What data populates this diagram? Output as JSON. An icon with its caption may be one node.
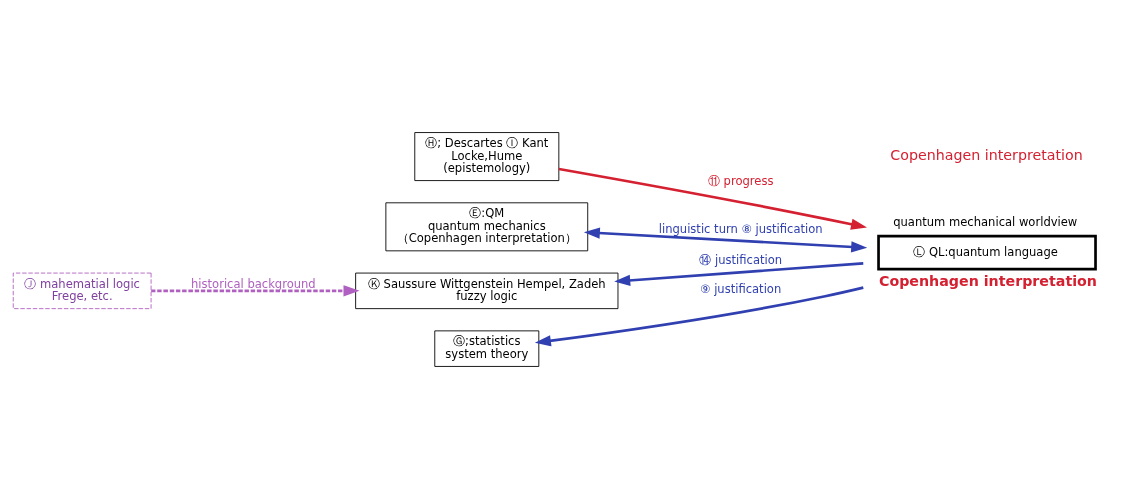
{
  "diagram": {
    "nodes": [
      {
        "text": [
          "Ⓔ:QM",
          "quantum mechanics",
          "（Copenhagen interpretation）"
        ]
      },
      {
        "text": [
          "Ⓖ;statistics",
          "system theory"
        ]
      },
      {
        "text": [
          "Ⓗ; Descartes Ⓘ Kant",
          "Locke,Hume",
          "(epistemology)"
        ]
      },
      {
        "text": [
          "Ⓙ mahematial logic",
          "Frege, etc."
        ]
      },
      {
        "text": [
          "Ⓚ Saussure Wittgenstein Hempel, Zadeh",
          "fuzzy logic"
        ]
      },
      {
        "text": [
          "quantum mechanical worldview",
          "Ⓛ QL:quantum language"
        ],
        "beside": [
          "Copenhagen interpretation"
        ]
      }
    ],
    "edges": [
      {
        "from": 5,
        "to": 0,
        "arrow": "both",
        "label": "linguistic turn ⑧ justification"
      },
      {
        "from": 5,
        "to": 1,
        "arrow": "to",
        "label": "⑨ justification"
      },
      {
        "from": 2,
        "to": 5,
        "arrow": "to",
        "label": "⑪ progress",
        "color": "#d42030"
      },
      {
        "from": 3,
        "to": 4,
        "arrow": "to",
        "label": "historical background",
        "style": "dashed",
        "color": "#b060c0"
      },
      {
        "from": 5,
        "to": 4,
        "arrow": "to",
        "label": "⑭ justification"
      }
    ],
    "labels": [
      "Copenhagen interpretation"
    ]
  }
}
